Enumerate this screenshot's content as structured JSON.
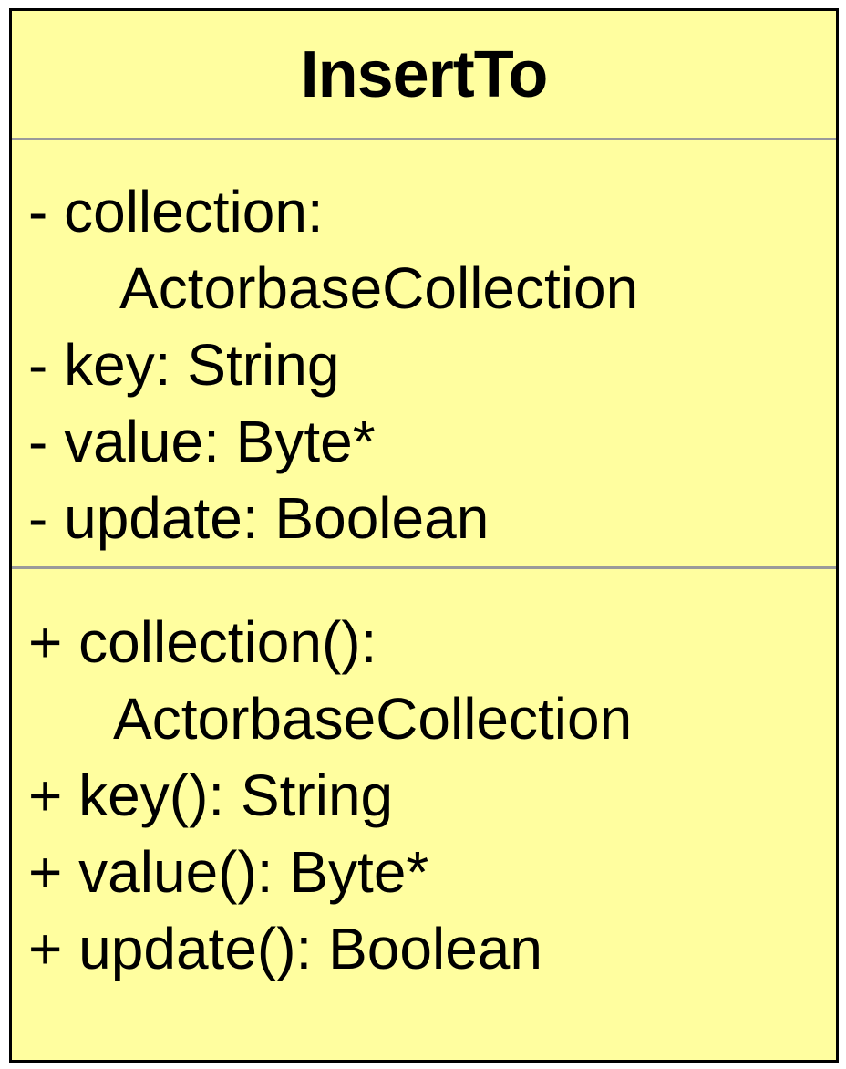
{
  "class": {
    "name": "InsertTo",
    "attributes": [
      {
        "line1": "- collection:",
        "line2": "ActorbaseCollection"
      },
      {
        "line1": "- key: String"
      },
      {
        "line1": "- value: Byte*"
      },
      {
        "line1": "- update: Boolean"
      }
    ],
    "operations": [
      {
        "line1": "+ collection():",
        "line2": "ActorbaseCollection"
      },
      {
        "line1": "+ key(): String"
      },
      {
        "line1": "+ value(): Byte*"
      },
      {
        "line1": "+ update(): Boolean"
      }
    ]
  },
  "colors": {
    "fill": "#fffe9f",
    "border": "#000000",
    "divider": "#9a9a9a"
  }
}
